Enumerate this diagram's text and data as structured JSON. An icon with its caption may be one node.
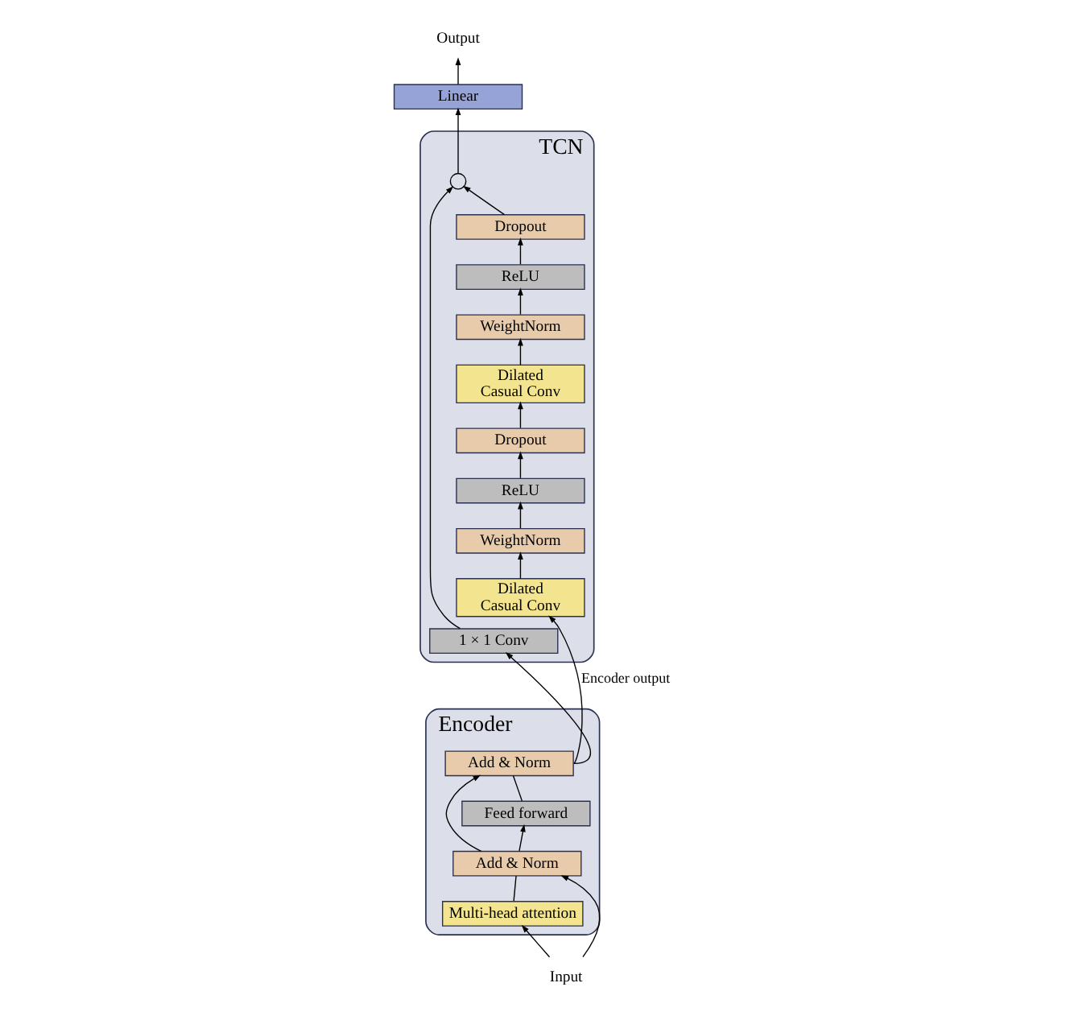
{
  "diagram": {
    "nodes": [
      {
        "text": [
          "Output"
        ]
      },
      {
        "text": [
          "Linear"
        ]
      },
      {
        "text": [
          "TCN"
        ]
      },
      {
        "text": [],
        "shape": "circle",
        "in": 2
      },
      {
        "text": [
          "Dropout"
        ],
        "in": 2
      },
      {
        "text": [
          "ReLU"
        ],
        "in": 2
      },
      {
        "text": [
          "WeightNorm"
        ],
        "in": 2
      },
      {
        "text": [
          "Dilated Casual Conv"
        ],
        "in": 2
      },
      {
        "text": [
          "1 × 1 Conv"
        ],
        "in": 2
      },
      {
        "text": [
          "Dropout"
        ],
        "in": 2
      },
      {
        "text": [
          "ReLU"
        ],
        "in": 2
      },
      {
        "text": [
          "WeightNorm"
        ],
        "in": 2
      },
      {
        "text": [
          "Dilated Casual Conv"
        ],
        "in": 2
      },
      {
        "text": [
          "Encoder"
        ]
      },
      {
        "text": [
          "Add & Norm"
        ],
        "in": 13
      },
      {
        "text": [
          "Feed forward"
        ],
        "in": 13
      },
      {
        "text": [
          "Add & Norm"
        ],
        "in": 13
      },
      {
        "text": [
          "Multi-head attention"
        ],
        "in": 13
      },
      {
        "text": [
          "Input"
        ]
      }
    ],
    "edges": [
      {
        "from": 18,
        "to": 17,
        "arrow": "to"
      },
      {
        "from": 18,
        "to": 16,
        "arrow": "to"
      },
      {
        "from": 17,
        "to": 16,
        "arrow": "none"
      },
      {
        "from": 16,
        "to": 15,
        "arrow": "to"
      },
      {
        "from": 16,
        "to": 14,
        "arrow": "to"
      },
      {
        "from": 15,
        "to": 14,
        "arrow": "none"
      },
      {
        "from": 14,
        "to": 12,
        "arrow": "to",
        "label": "Encoder output"
      },
      {
        "from": 14,
        "to": 8,
        "arrow": "to"
      },
      {
        "from": 12,
        "to": 11,
        "arrow": "to"
      },
      {
        "from": 11,
        "to": 10,
        "arrow": "to"
      },
      {
        "from": 10,
        "to": 9,
        "arrow": "to"
      },
      {
        "from": 9,
        "to": 7,
        "arrow": "to"
      },
      {
        "from": 7,
        "to": 6,
        "arrow": "to"
      },
      {
        "from": 6,
        "to": 5,
        "arrow": "to"
      },
      {
        "from": 5,
        "to": 4,
        "arrow": "to"
      },
      {
        "from": 4,
        "to": 3,
        "arrow": "to"
      },
      {
        "from": 8,
        "to": 3,
        "arrow": "to"
      },
      {
        "from": 3,
        "to": 1,
        "arrow": "to"
      },
      {
        "from": 1,
        "to": 0,
        "arrow": "to"
      }
    ]
  }
}
